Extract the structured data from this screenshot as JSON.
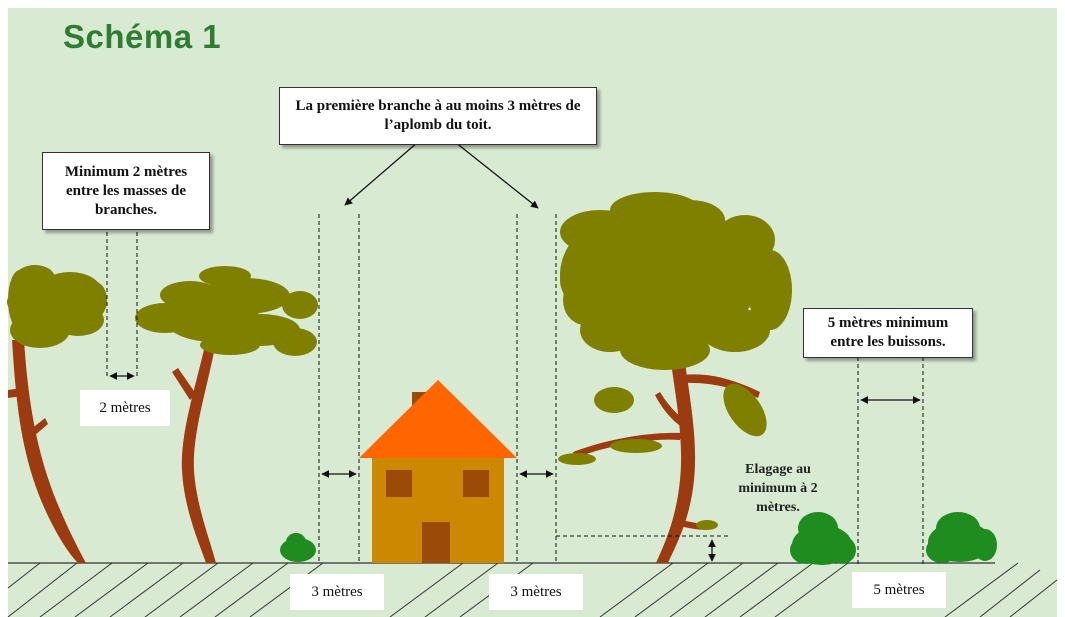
{
  "title": "Schéma 1",
  "callouts": {
    "first_branch": "La première branche à au moins 3 mètres de l’aplomb du toit.",
    "branch_spacing": "Minimum 2 mètres entre les masses de branches.",
    "bush_spacing": "5 mètres minimum entre les buissons."
  },
  "measurements": {
    "between_trees": "2 mètres",
    "left_of_house": "3 mètres",
    "right_of_house": "3 mètres",
    "between_bushes": "5 mètres"
  },
  "notes": {
    "pruning": "Elagage au minimum à 2 mètres."
  },
  "colors": {
    "background": "#d9ead3",
    "foliage": "#808000",
    "trunk": "#9c3b0f",
    "roof": "#ff6600",
    "house_wall": "#cc8800",
    "windows_door": "#9c4a08",
    "bush": "#1e8c1e",
    "title": "#2e7d32"
  }
}
